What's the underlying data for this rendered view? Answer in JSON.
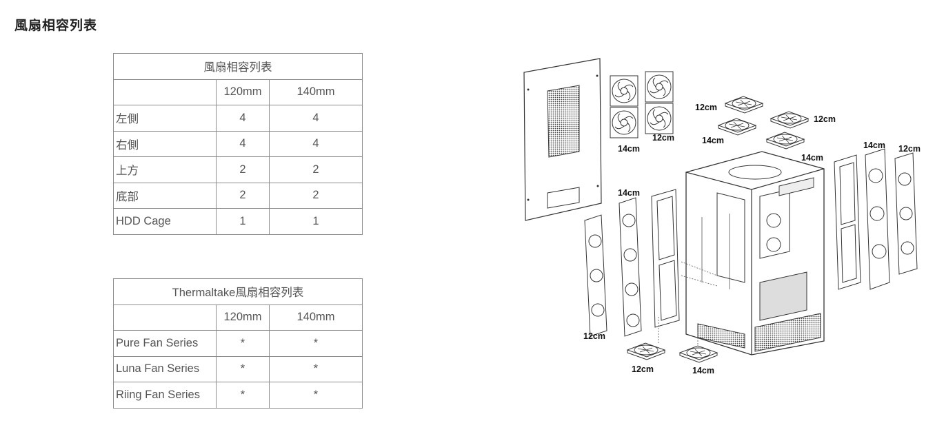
{
  "page_title": "風扇相容列表",
  "table1": {
    "caption": "風扇相容列表",
    "header": [
      "",
      "120mm",
      "140mm"
    ],
    "rows": [
      {
        "label": "左側",
        "c120": "4",
        "c140": "4"
      },
      {
        "label": "右側",
        "c120": "4",
        "c140": "4"
      },
      {
        "label": "上方",
        "c120": "2",
        "c140": "2"
      },
      {
        "label": "底部",
        "c120": "2",
        "c140": "2"
      },
      {
        "label": "HDD Cage",
        "c120": "1",
        "c140": "1"
      }
    ]
  },
  "table2": {
    "caption": "Thermaltake風扇相容列表",
    "header": [
      "",
      "120mm",
      "140mm"
    ],
    "rows": [
      {
        "label": "Pure Fan Series",
        "c120": "*",
        "c140": "*"
      },
      {
        "label": "Luna Fan Series",
        "c120": "*",
        "c140": "*"
      },
      {
        "label": "Riing Fan Series",
        "c120": "*",
        "c140": "*"
      }
    ]
  },
  "diagram_labels": {
    "side_14": "14cm",
    "side_12": "12cm",
    "top_12a": "12cm",
    "top_14a": "14cm",
    "top_12b": "12cm",
    "top_14b": "14cm",
    "right_14": "14cm",
    "right_12": "12cm",
    "left_14": "14cm",
    "left_12": "12cm",
    "bottom_12": "12cm",
    "bottom_14": "14cm"
  }
}
